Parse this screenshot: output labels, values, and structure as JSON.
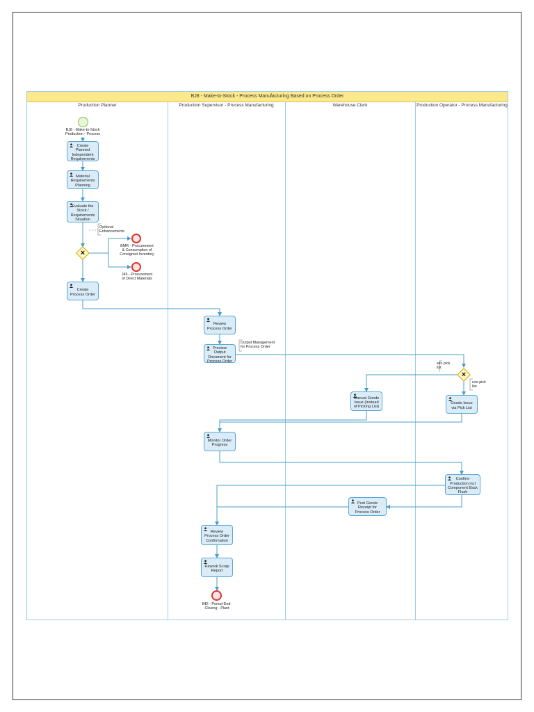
{
  "diagram": {
    "title": "BJ8 - Make-to-Stock - Process Manufacturing Based on Process Order",
    "lanes": [
      "Production Planner",
      "Production Supervisor - Process Manufacturing",
      "Warehouse Clerk",
      "Production Operator - Process Manufacturing"
    ],
    "start_event": "BJ8 - Make-to-Stock Production - Process",
    "tasks": {
      "create_pir": "Create Planned Independent Requirements",
      "mrp": "Material Requirements Planning",
      "evaluate": "Evaluate the Stock / Requirements Situation",
      "create_order": "Create Process Order",
      "review_order": "Review Process Order",
      "preview_output": "Preview Output Document for Process Order",
      "manual_gi": "Manual Goods Issue (Instead of Picking List)",
      "gi_pick": "Goods Issue via Pick List",
      "monitor": "Monitor Order Progress",
      "confirm": "Confirm Production incl Component Back Flush",
      "post_gr": "Post Goods Receipt for Process Order",
      "review_conf": "Review Process Order Confirmation",
      "scrap": "Rework Scrap Report"
    },
    "end_events": {
      "bmr": "BMR - Procurement & Consumption of Consigned Inventory",
      "j45": "J45 - Procurement of Direct Materials",
      "bei": "BEI - Period-End-Closing - Plant"
    },
    "annotations": {
      "optional": "Optional Enhancements",
      "output_mgmt": "Output Management for Process Order",
      "wo_pick": "w/o pick list",
      "use_pick": "use pick list"
    }
  },
  "colors": {
    "pool_header": "#fbe98c",
    "lane_border": "#9ccde6",
    "task_fill": "#d9ecf8",
    "task_border": "#5aa6d2",
    "flow": "#4a9cc9",
    "start_event": "#7fbf52",
    "end_event": "#e03030",
    "gateway": "#fff6c2"
  },
  "icons": {
    "task": "user-icon",
    "gateway": "exclusive-gateway-x"
  }
}
